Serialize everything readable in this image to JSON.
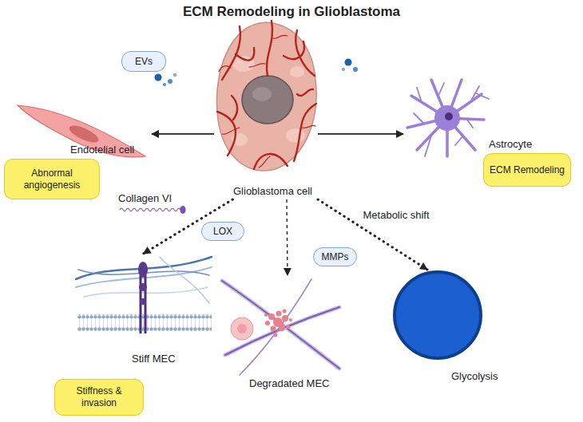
{
  "diagram": {
    "title": "ECM Remodeling in Glioblastoma",
    "nodes": [
      {
        "text": [
          "EVs"
        ]
      },
      {
        "text": [
          "Glioblastoma cell"
        ]
      },
      {
        "text": [
          "Endotelial cell"
        ]
      },
      {
        "text": [
          "Astrocyte"
        ]
      },
      {
        "text": [
          "Abnormal angiogenesis"
        ]
      },
      {
        "text": [
          "ECM Remodeling"
        ]
      },
      {
        "text": [
          "LOX"
        ]
      },
      {
        "text": [
          "MMPs"
        ]
      },
      {
        "text": [
          "Stiff MEC"
        ]
      },
      {
        "text": [
          "Degradated MEC"
        ]
      },
      {
        "text": [
          "Glycolysis"
        ]
      },
      {
        "text": [
          "Stiffness & invasion"
        ]
      }
    ],
    "edges": [
      {
        "from": 1,
        "to": 2,
        "arrow": "to"
      },
      {
        "from": 1,
        "to": 3,
        "arrow": "to"
      },
      {
        "from": 1,
        "to": 8,
        "arrow": "to"
      },
      {
        "from": 1,
        "to": 9,
        "arrow": "to"
      },
      {
        "from": 1,
        "to": 10,
        "label": "Metabolic shift",
        "arrow": "to"
      }
    ],
    "labels": [
      "Collagen VI"
    ]
  }
}
